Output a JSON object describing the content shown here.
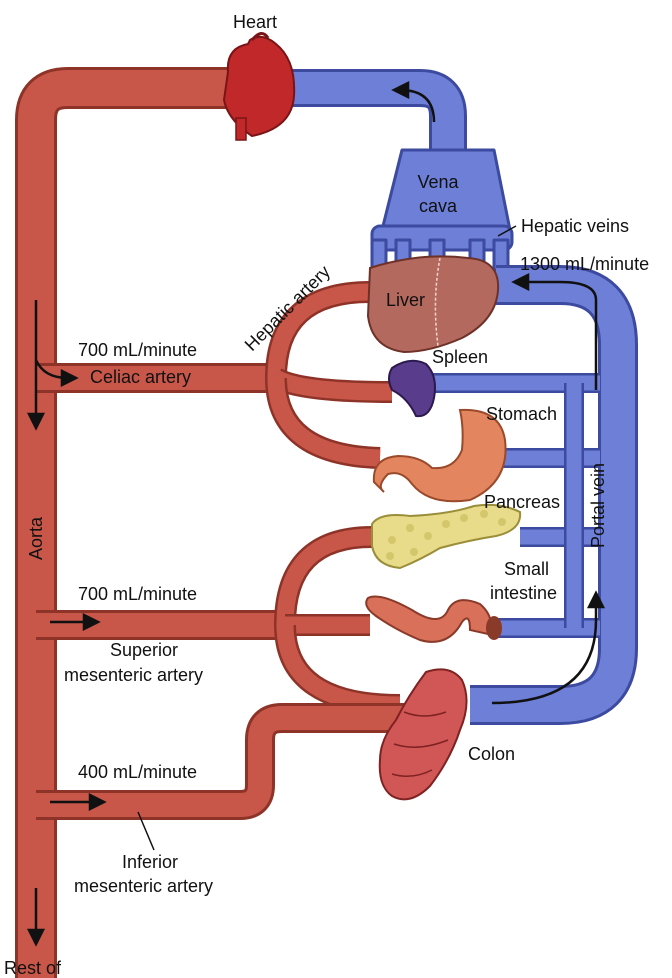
{
  "colors": {
    "artery": "#c8574a",
    "artery_dark": "#8e3328",
    "vein": "#6d7fd6",
    "vein_dark": "#3c4aa0",
    "heart": "#c0282a",
    "liver": "#b4695e",
    "spleen": "#5a3c8c",
    "stomach": "#e38660",
    "pancreas": "#e8dc8a",
    "intestine": "#d9705a",
    "colon": "#d15656"
  },
  "labels": {
    "heart": "Heart",
    "vena_cava_line1": "Vena",
    "vena_cava_line2": "cava",
    "hepatic_veins": "Hepatic veins",
    "flow_hepatic": "1300 mL/minute",
    "hepatic_artery": "Hepatic artery",
    "liver": "Liver",
    "flow_celiac": "700 mL/minute",
    "celiac_artery": "Celiac artery",
    "spleen": "Spleen",
    "stomach": "Stomach",
    "aorta": "Aorta",
    "portal_vein": "Portal vein",
    "pancreas": "Pancreas",
    "small_intestine_line1": "Small",
    "small_intestine_line2": "intestine",
    "flow_superior": "700 mL/minute",
    "superior_line1": "Superior",
    "superior_line2": "mesenteric artery",
    "colon": "Colon",
    "flow_inferior": "400 mL/minute",
    "inferior_line1": "Inferior",
    "inferior_line2": "mesenteric artery",
    "rest_of": "Rest of"
  }
}
